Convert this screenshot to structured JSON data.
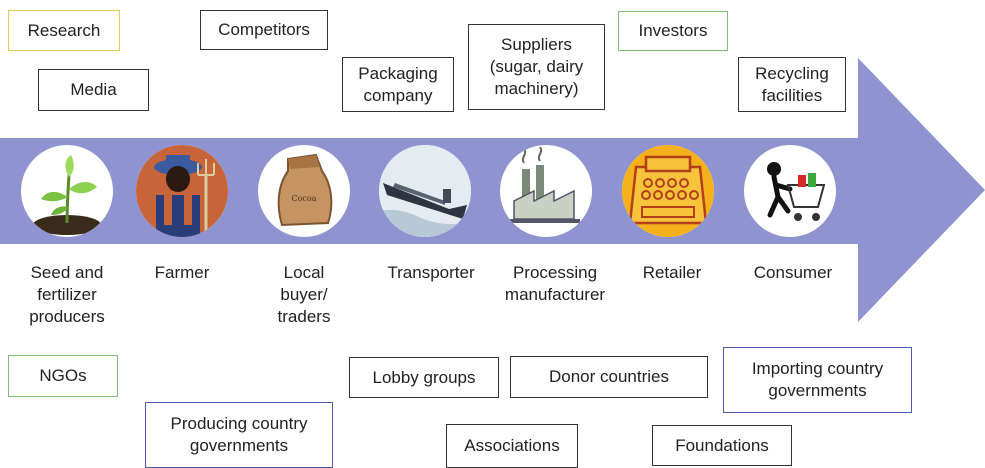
{
  "chain": {
    "arrow_color": "#8f93cf",
    "stages": [
      {
        "label": "Seed and\nfertilizer\nproducers",
        "icon": "seedling-icon"
      },
      {
        "label": "Farmer",
        "icon": "farmer-icon"
      },
      {
        "label": "Local\nbuyer/\ntraders",
        "icon": "cocoa-sack-icon"
      },
      {
        "label": "Transporter",
        "icon": "cargo-ship-icon"
      },
      {
        "label": "Processing\nmanufacturer",
        "icon": "factory-icon"
      },
      {
        "label": "Retailer",
        "icon": "cash-register-icon"
      },
      {
        "label": "Consumer",
        "icon": "shopping-cart-icon"
      }
    ]
  },
  "stakeholders": {
    "research": "Research",
    "media": "Media",
    "competitors": "Competitors",
    "packaging": "Packaging\ncompany",
    "suppliers": "Suppliers\n(sugar, dairy\nmachinery)",
    "investors": "Investors",
    "recycling": "Recycling\nfacilities",
    "ngos": "NGOs",
    "producing_gov": "Producing country\ngovernments",
    "lobby": "Lobby groups",
    "associations": "Associations",
    "donor": "Donor countries",
    "foundations": "Foundations",
    "importing_gov": "Importing country\ngovernments"
  },
  "colors": {
    "yellow_border": "#e6c84a",
    "green_border": "#7fbf6f",
    "blue_border": "#4a5cb0",
    "default_border": "#333333"
  }
}
